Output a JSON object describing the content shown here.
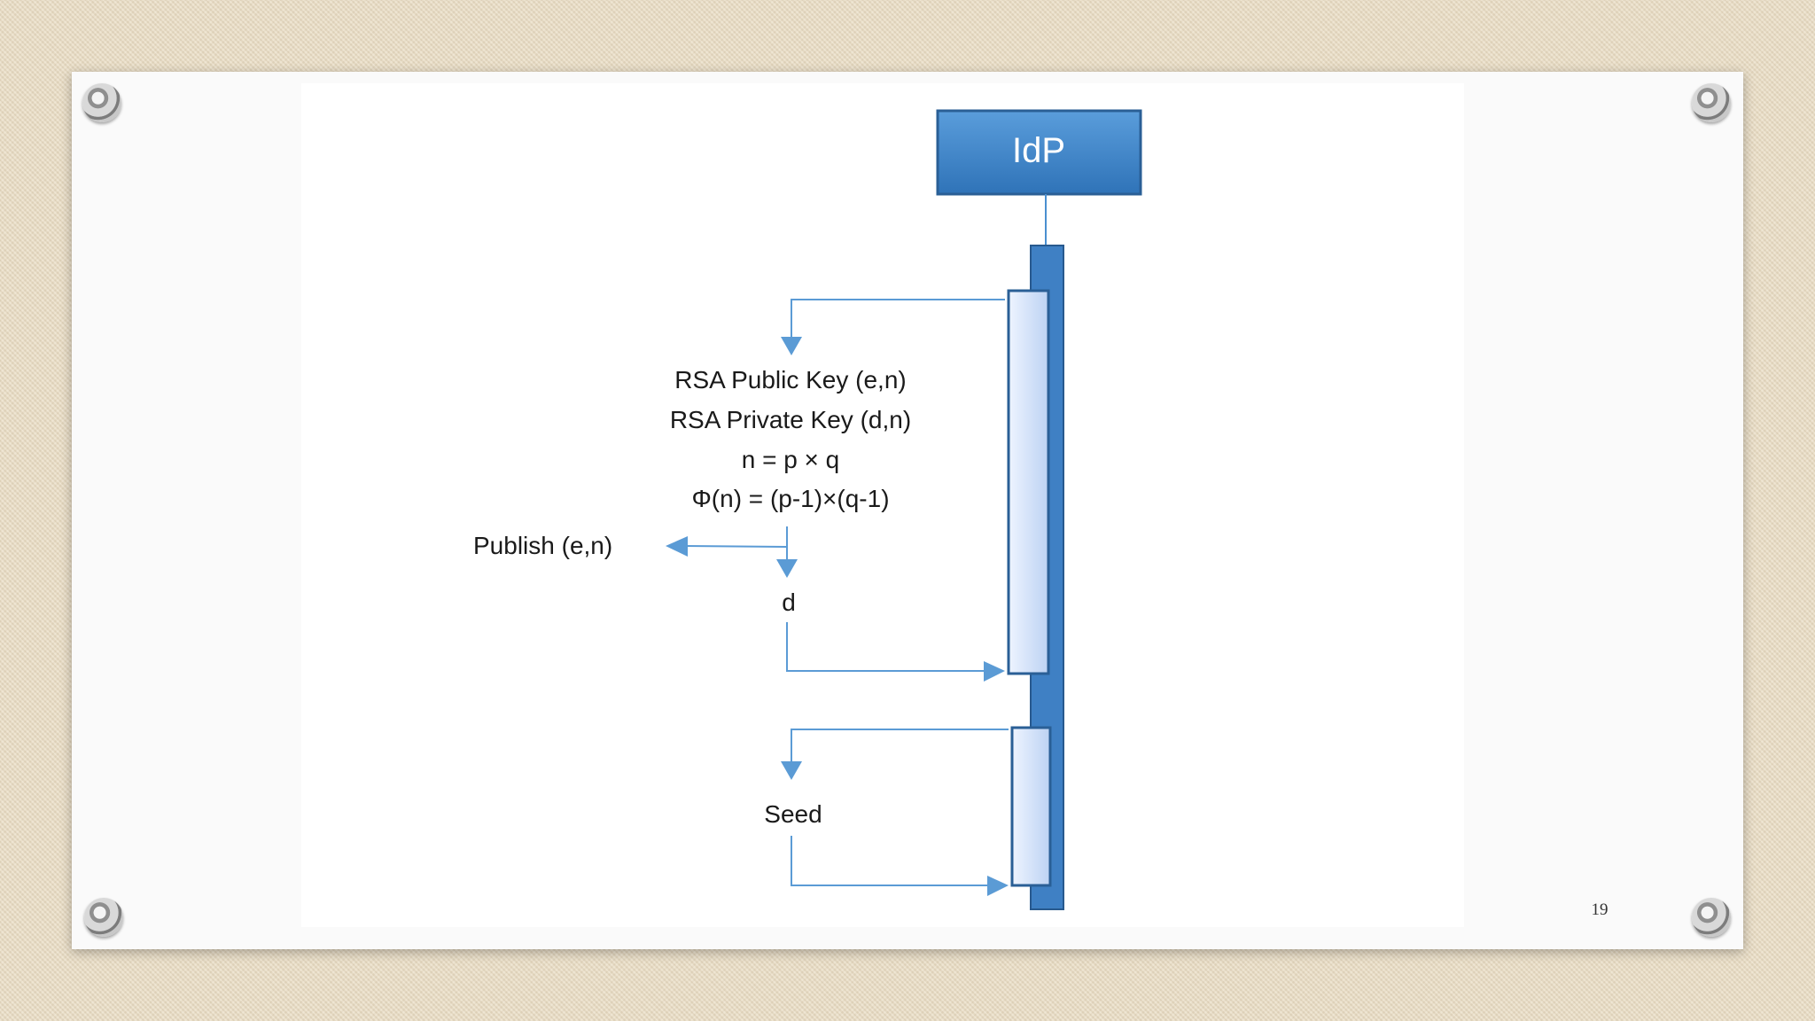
{
  "participant": {
    "label": "IdP"
  },
  "diagram": {
    "rsa_public_key": "RSA Public Key (e,n)",
    "rsa_private_key": "RSA Private Key (d,n)",
    "modulus_formula": "n = p × q",
    "totient_formula": "Φ(n) = (p-1)×(q-1)",
    "publish_label": "Publish (e,n)",
    "d_label": "d",
    "seed_label": "Seed"
  },
  "slide": {
    "page_number": "19"
  },
  "colors": {
    "lifeline_dark": "#2e6aa8",
    "header_fill": "#4a8fd0",
    "activation_fill": "#d6e4fb",
    "arrow": "#5b9bd5"
  }
}
